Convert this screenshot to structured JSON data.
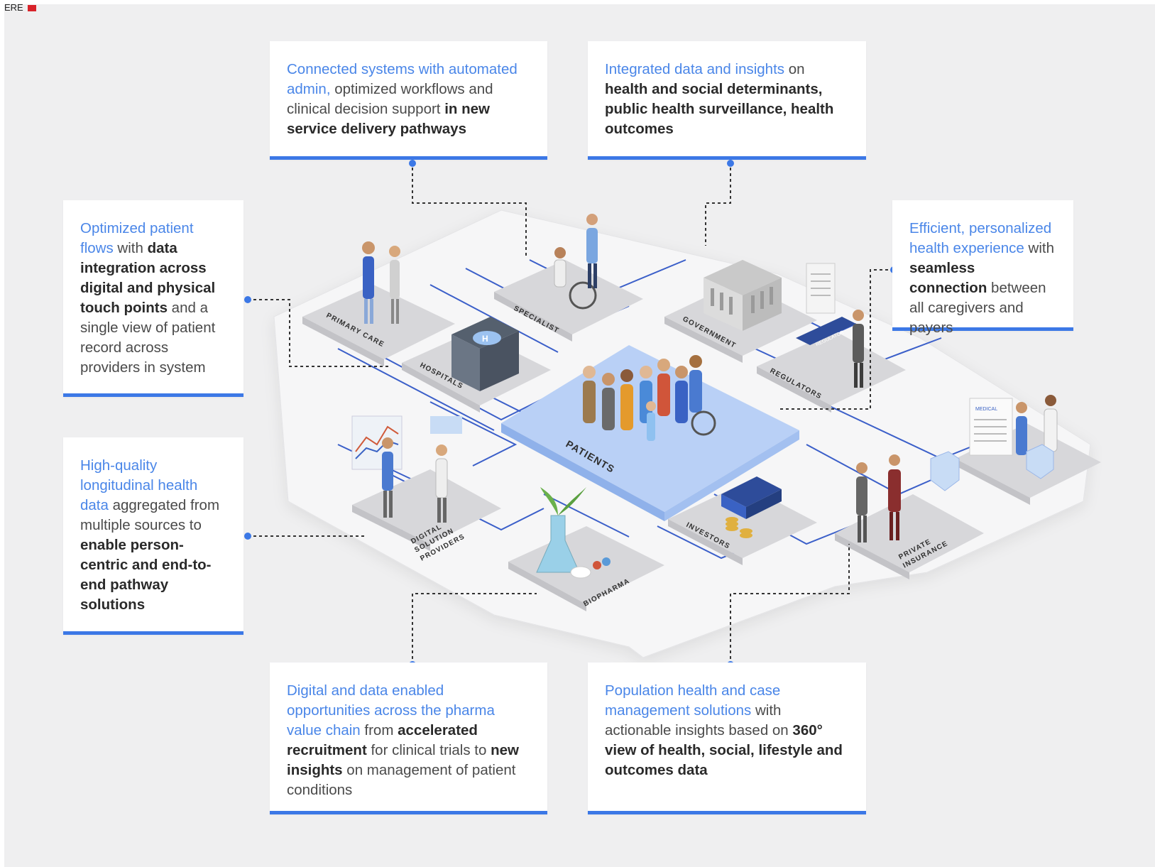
{
  "header": {
    "tag": "ERE"
  },
  "colors": {
    "accent": "#3c78e6",
    "highlight": "#4a86e8",
    "line": "#3b5fc9",
    "patients": "#b9d0f6"
  },
  "cards": [
    {
      "id": "top-left",
      "segments": [
        {
          "t": "Connected systems with automated admin,",
          "s": "hl"
        },
        {
          "t": " optimized workflows and clinical decision support ",
          "s": "tx"
        },
        {
          "t": "in new service delivery pathways",
          "s": "bd"
        }
      ]
    },
    {
      "id": "top-right",
      "segments": [
        {
          "t": "Integrated data and insights",
          "s": "hl"
        },
        {
          "t": " on ",
          "s": "tx"
        },
        {
          "t": "health and social determinants, public health surveillance, health outcomes",
          "s": "bd"
        }
      ]
    },
    {
      "id": "left-top",
      "segments": [
        {
          "t": "Optimized patient flows",
          "s": "hl"
        },
        {
          "t": " with ",
          "s": "tx"
        },
        {
          "t": "data integration across digital and physical touch points",
          "s": "bd"
        },
        {
          "t": " and a single view of patient record across providers in system",
          "s": "tx"
        }
      ]
    },
    {
      "id": "left-bottom",
      "segments": [
        {
          "t": "High-quality longitudinal health data",
          "s": "hl"
        },
        {
          "t": " aggregated from multiple sources to ",
          "s": "tx"
        },
        {
          "t": "enable person-centric and end-to-end pathway solutions",
          "s": "bd"
        }
      ]
    },
    {
      "id": "right",
      "segments": [
        {
          "t": "Efficient, personalized health experience",
          "s": "hl"
        },
        {
          "t": " with ",
          "s": "tx"
        },
        {
          "t": "seamless connection",
          "s": "bd"
        },
        {
          "t": " between all caregivers and payers",
          "s": "tx"
        }
      ]
    },
    {
      "id": "bottom-left",
      "segments": [
        {
          "t": "Digital and data enabled opportunities across the pharma value chain",
          "s": "hl"
        },
        {
          "t": " from ",
          "s": "tx"
        },
        {
          "t": "accelerated recruitment",
          "s": "bd"
        },
        {
          "t": " for clinical trials to ",
          "s": "tx"
        },
        {
          "t": "new insights",
          "s": "bd"
        },
        {
          "t": " on management of patient conditions",
          "s": "tx"
        }
      ]
    },
    {
      "id": "bottom-right",
      "segments": [
        {
          "t": "Population health and case management solutions",
          "s": "hl"
        },
        {
          "t": " with actionable insights based on ",
          "s": "tx"
        },
        {
          "t": "360° view of health, social, lifestyle and outcomes data",
          "s": "bd"
        }
      ]
    }
  ],
  "tiles": {
    "patients": "PATIENTS",
    "primary_care": "PRIMARY CARE",
    "specialist": "SPECIALIST",
    "government": "GOVERNMENT",
    "regulators": "REGULATORS",
    "hospitals": "HOSPITALS",
    "digital_1": "DIGITAL",
    "digital_2": "SOLUTION",
    "digital_3": "PROVIDERS",
    "biopharma": "BIOPHARMA",
    "investors": "INVESTORS",
    "private_1": "PRIVATE",
    "private_2": "INSURANCE",
    "regulator_sign": "REGULATOR",
    "medical_sign": "MEDICAL"
  }
}
